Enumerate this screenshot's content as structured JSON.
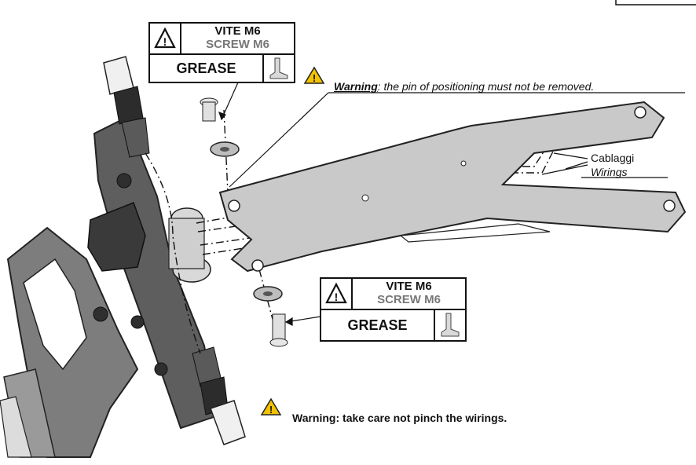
{
  "labels": {
    "top": {
      "vite": "VITE M6",
      "screw": "SCREW M6",
      "grease": "GREASE"
    },
    "bottom": {
      "vite": "VITE M6",
      "screw": "SCREW M6",
      "grease": "GREASE"
    }
  },
  "notes": {
    "pin_warning_bold": "Warning",
    "pin_warning_rest": ": the pin of positioning must not be removed.",
    "wirings_warning": "Warning: take care not pinch the wirings."
  },
  "wirings": {
    "it": "Cablaggi",
    "en": "Wirings"
  },
  "colors": {
    "warning_yellow": "#f2c200",
    "part_grey": "#8a8a8a",
    "arm_grey": "#c9c9c9",
    "dark_grey": "#4a4a4a"
  },
  "icons": [
    "warning-icon",
    "grease-tube-icon"
  ]
}
